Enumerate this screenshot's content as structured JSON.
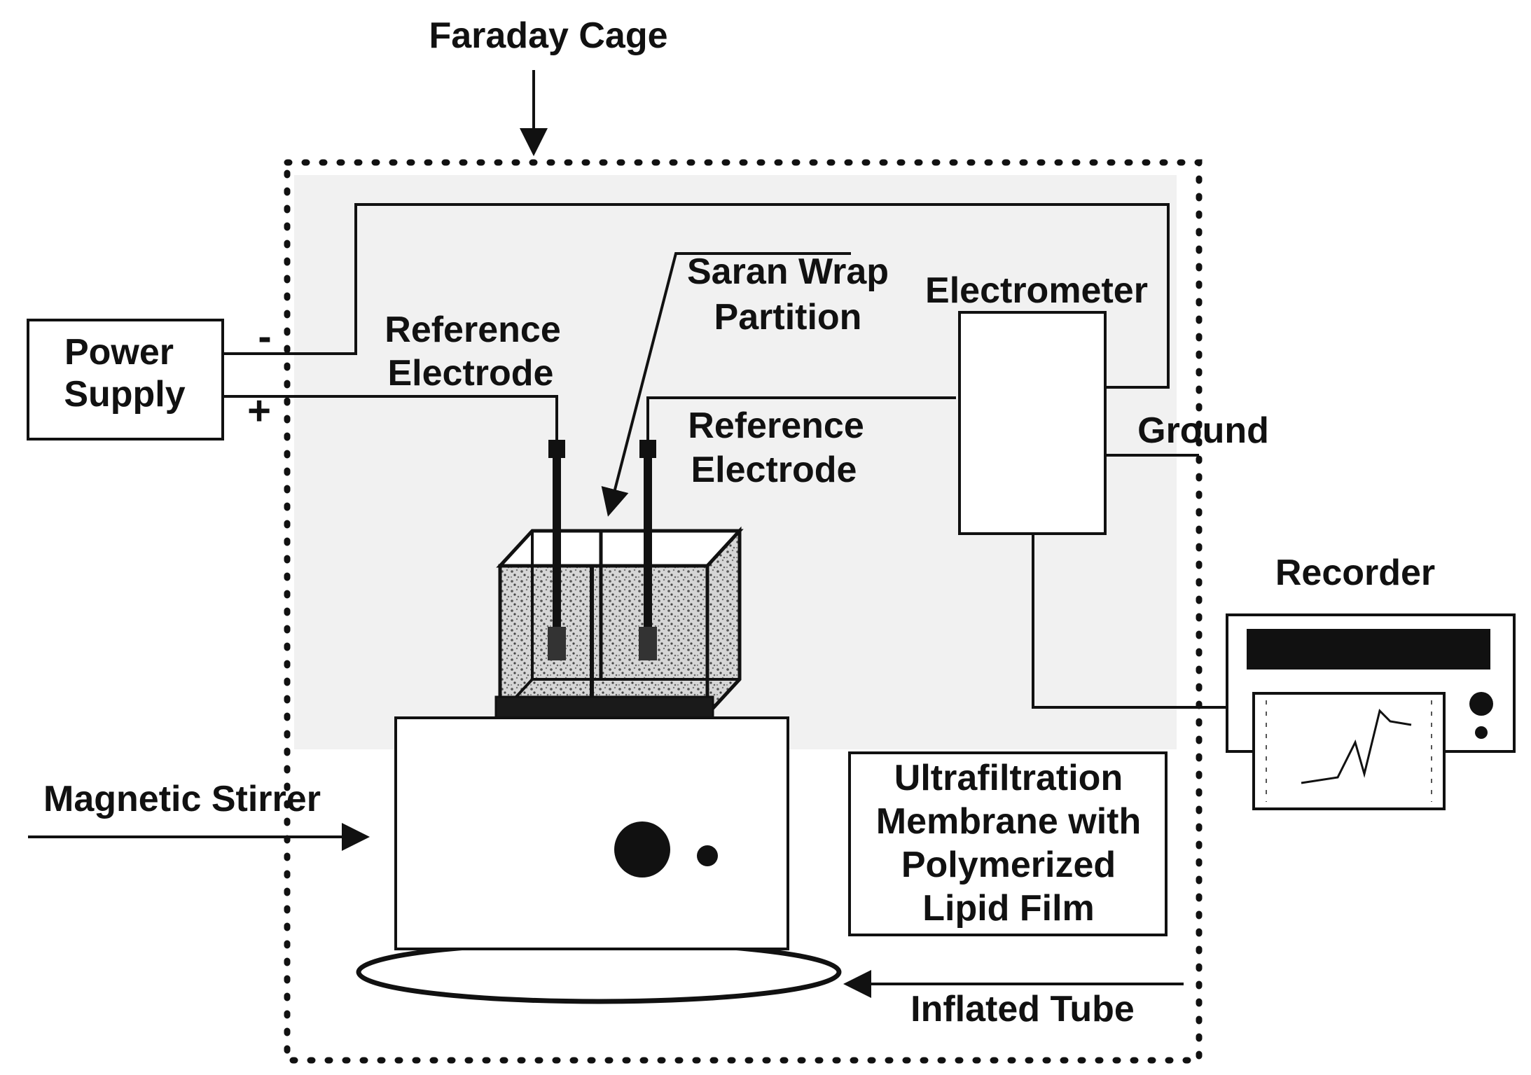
{
  "labels": {
    "faraday_cage": "Faraday Cage",
    "power_supply_line1": "Power",
    "power_supply_line2": "Supply",
    "minus": "-",
    "plus": "+",
    "saran_line1": "Saran Wrap",
    "saran_line2": "Partition",
    "electrometer": "Electrometer",
    "ref_electrode_left_line1": "Reference",
    "ref_electrode_left_line2": "Electrode",
    "ref_electrode_right_line1": "Reference",
    "ref_electrode_right_line2": "Electrode",
    "ground": "Ground",
    "recorder": "Recorder",
    "magnetic_stirrer": "Magnetic Stirrer",
    "membrane_line1": "Ultrafiltration",
    "membrane_line2": "Membrane with",
    "membrane_line3": "Polymerized",
    "membrane_line4": "Lipid Film",
    "inflated_tube": "Inflated Tube"
  },
  "colors": {
    "ink": "#111111",
    "background": "#ffffff",
    "shade": "#e6e6e6",
    "speckle": "#9a9a9a"
  }
}
